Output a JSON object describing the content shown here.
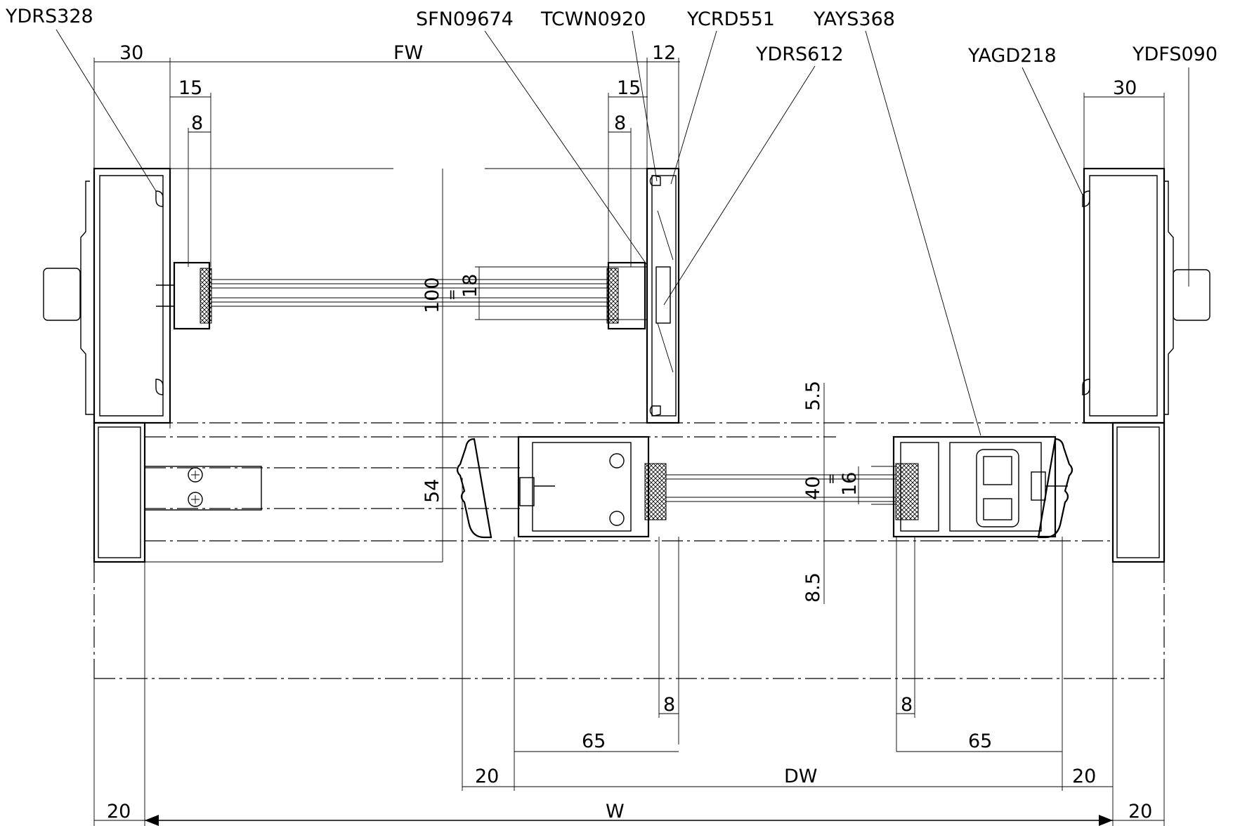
{
  "parts": {
    "ydrs328": "YDRS328",
    "sfn09674": "SFN09674",
    "tcwn0920": "TCWN0920",
    "ycrd551": "YCRD551",
    "yays368": "YAYS368",
    "ydrs612": "YDRS612",
    "yagd218": "YAGD218",
    "ydfs090": "YDFS090"
  },
  "dimensions": {
    "top_30_left": "30",
    "top_fw": "FW",
    "top_12": "12",
    "left_15": "15",
    "left_8": "8",
    "right_15": "15",
    "right_8": "8",
    "right_30": "30",
    "v_100": "100",
    "v_eq_upper": "=",
    "v_18": "18",
    "v_54": "54",
    "v_5_5": "5.5",
    "v_40": "40",
    "v_eq_lower": "=",
    "v_16": "16",
    "v_8_5": "8.5",
    "bottom_8_left": "8",
    "bottom_8_right": "8",
    "bottom_65_left": "65",
    "bottom_65_right": "65",
    "bottom_20_left_inner": "20",
    "bottom_dw": "DW",
    "bottom_20_right_inner": "20",
    "bottom_20_left": "20",
    "bottom_w": "W",
    "bottom_20_right": "20"
  }
}
